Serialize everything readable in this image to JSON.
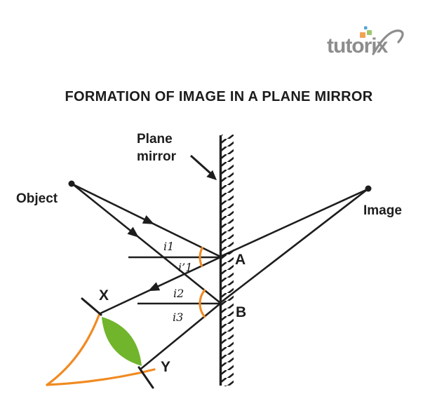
{
  "page": {
    "brand": "tutorix",
    "title": "FORMATION OF IMAGE IN A PLANE MIRROR"
  },
  "diagram": {
    "mirror_label": {
      "line1": "Plane",
      "line2": "mirror"
    },
    "object_label": "Object",
    "image_label": "Image",
    "points": {
      "a": "A",
      "b": "B",
      "x": "X",
      "y": "Y"
    },
    "angles": {
      "i1": "i1",
      "i1_prime": "i’1",
      "i2": "i2",
      "i3": "i3"
    },
    "colors": {
      "ink": "#1D1D1D",
      "orange": "#F18A21",
      "green": "#70B52C",
      "logo_gray": "#8D8D8D",
      "logo_dot_orange": "#F0A355",
      "logo_dot_green": "#9CC96B",
      "logo_dot_blue": "#52A3DB"
    }
  }
}
